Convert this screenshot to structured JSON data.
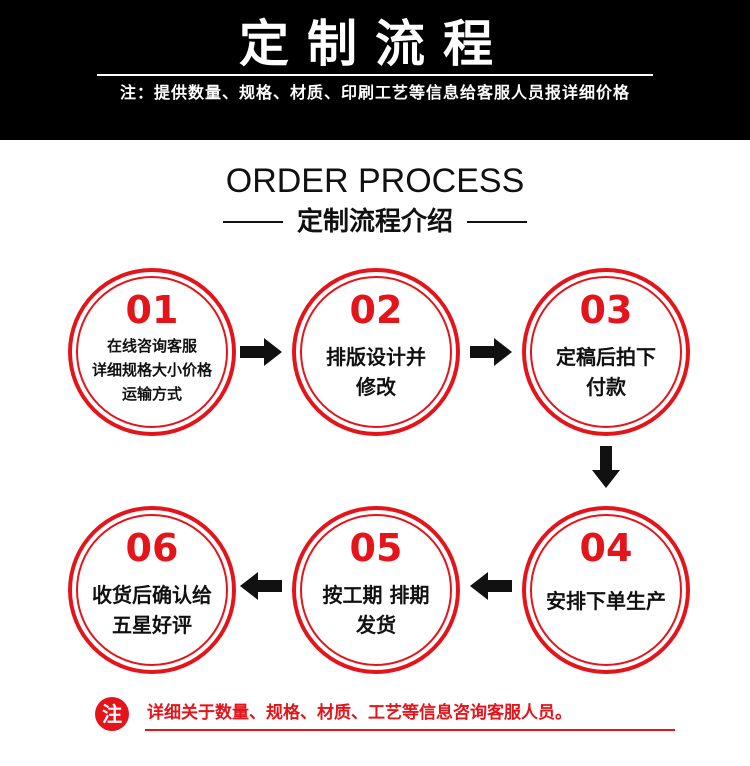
{
  "header": {
    "title": "定制流程",
    "subtitle": "注：提供数量、规格、材质、印刷工艺等信息给客服人员报详细价格"
  },
  "section": {
    "english_title": "ORDER PROCESS",
    "chinese_title": "定制流程介绍"
  },
  "steps": [
    {
      "num": "01",
      "lines": [
        "在线咨询客服",
        "详细规格大小价格",
        "运输方式"
      ]
    },
    {
      "num": "02",
      "lines": [
        "排版设计并",
        "修改"
      ]
    },
    {
      "num": "03",
      "lines": [
        "定稿后拍下",
        "付款"
      ]
    },
    {
      "num": "04",
      "lines": [
        "安排下单生产"
      ]
    },
    {
      "num": "05",
      "lines": [
        "按工期 排期",
        "发货"
      ]
    },
    {
      "num": "06",
      "lines": [
        "收货后确认给",
        "五星好评"
      ]
    }
  ],
  "note": {
    "badge": "注",
    "text": "详细关于数量、规格、材质、工艺等信息咨询客服人员。"
  },
  "colors": {
    "accent": "#e4141b",
    "header_bg": "#000000",
    "text": "#111111"
  },
  "icons": [
    "arrow-right-icon",
    "arrow-down-icon",
    "arrow-left-icon"
  ]
}
